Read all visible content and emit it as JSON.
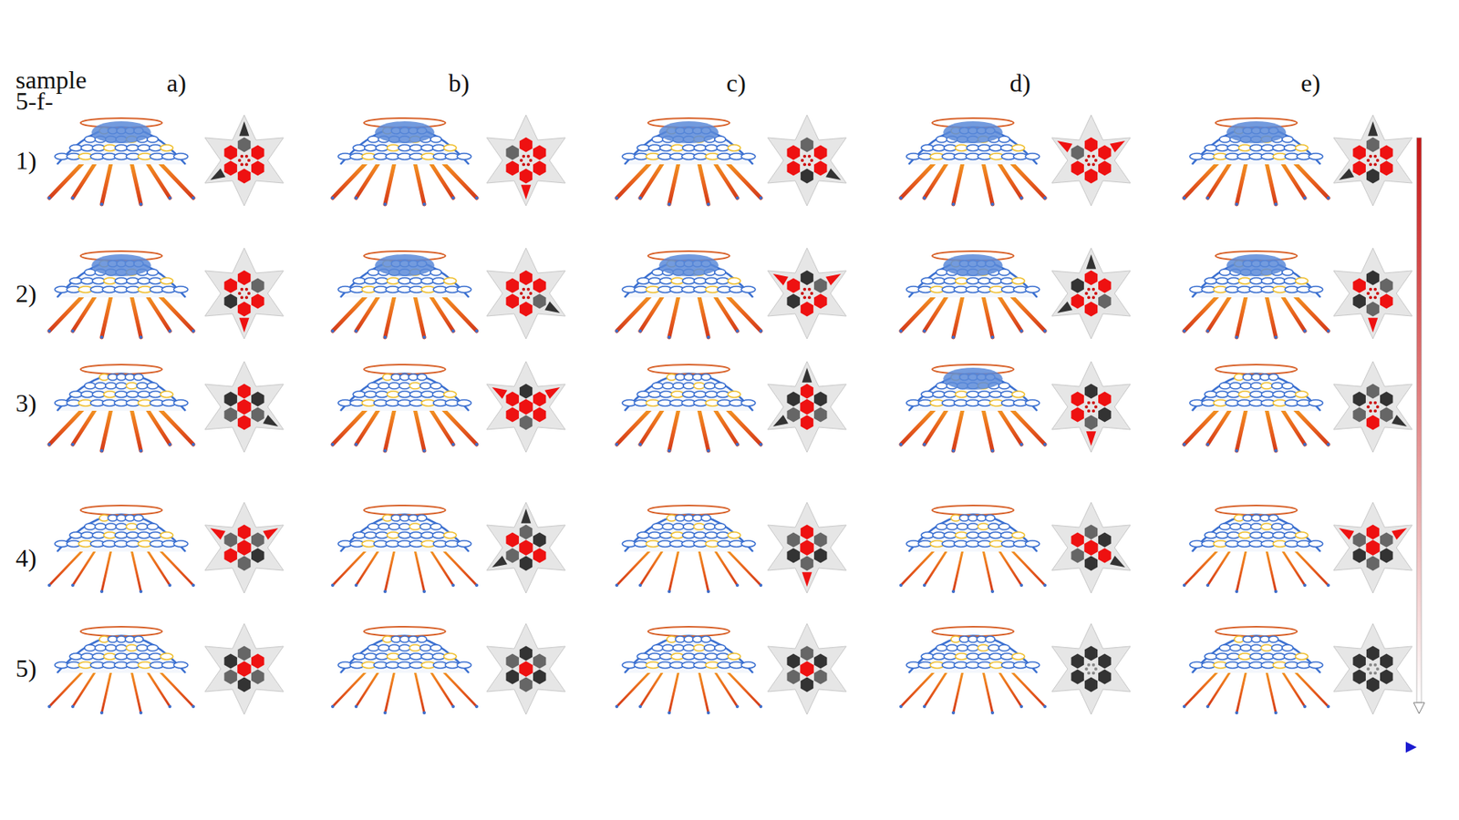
{
  "diagram": {
    "labels": [
      "sample",
      "5-f-",
      "a)",
      "b)",
      "c)",
      "d)",
      "e)",
      "1)",
      "2)",
      "3)",
      "4)",
      "5)"
    ]
  }
}
